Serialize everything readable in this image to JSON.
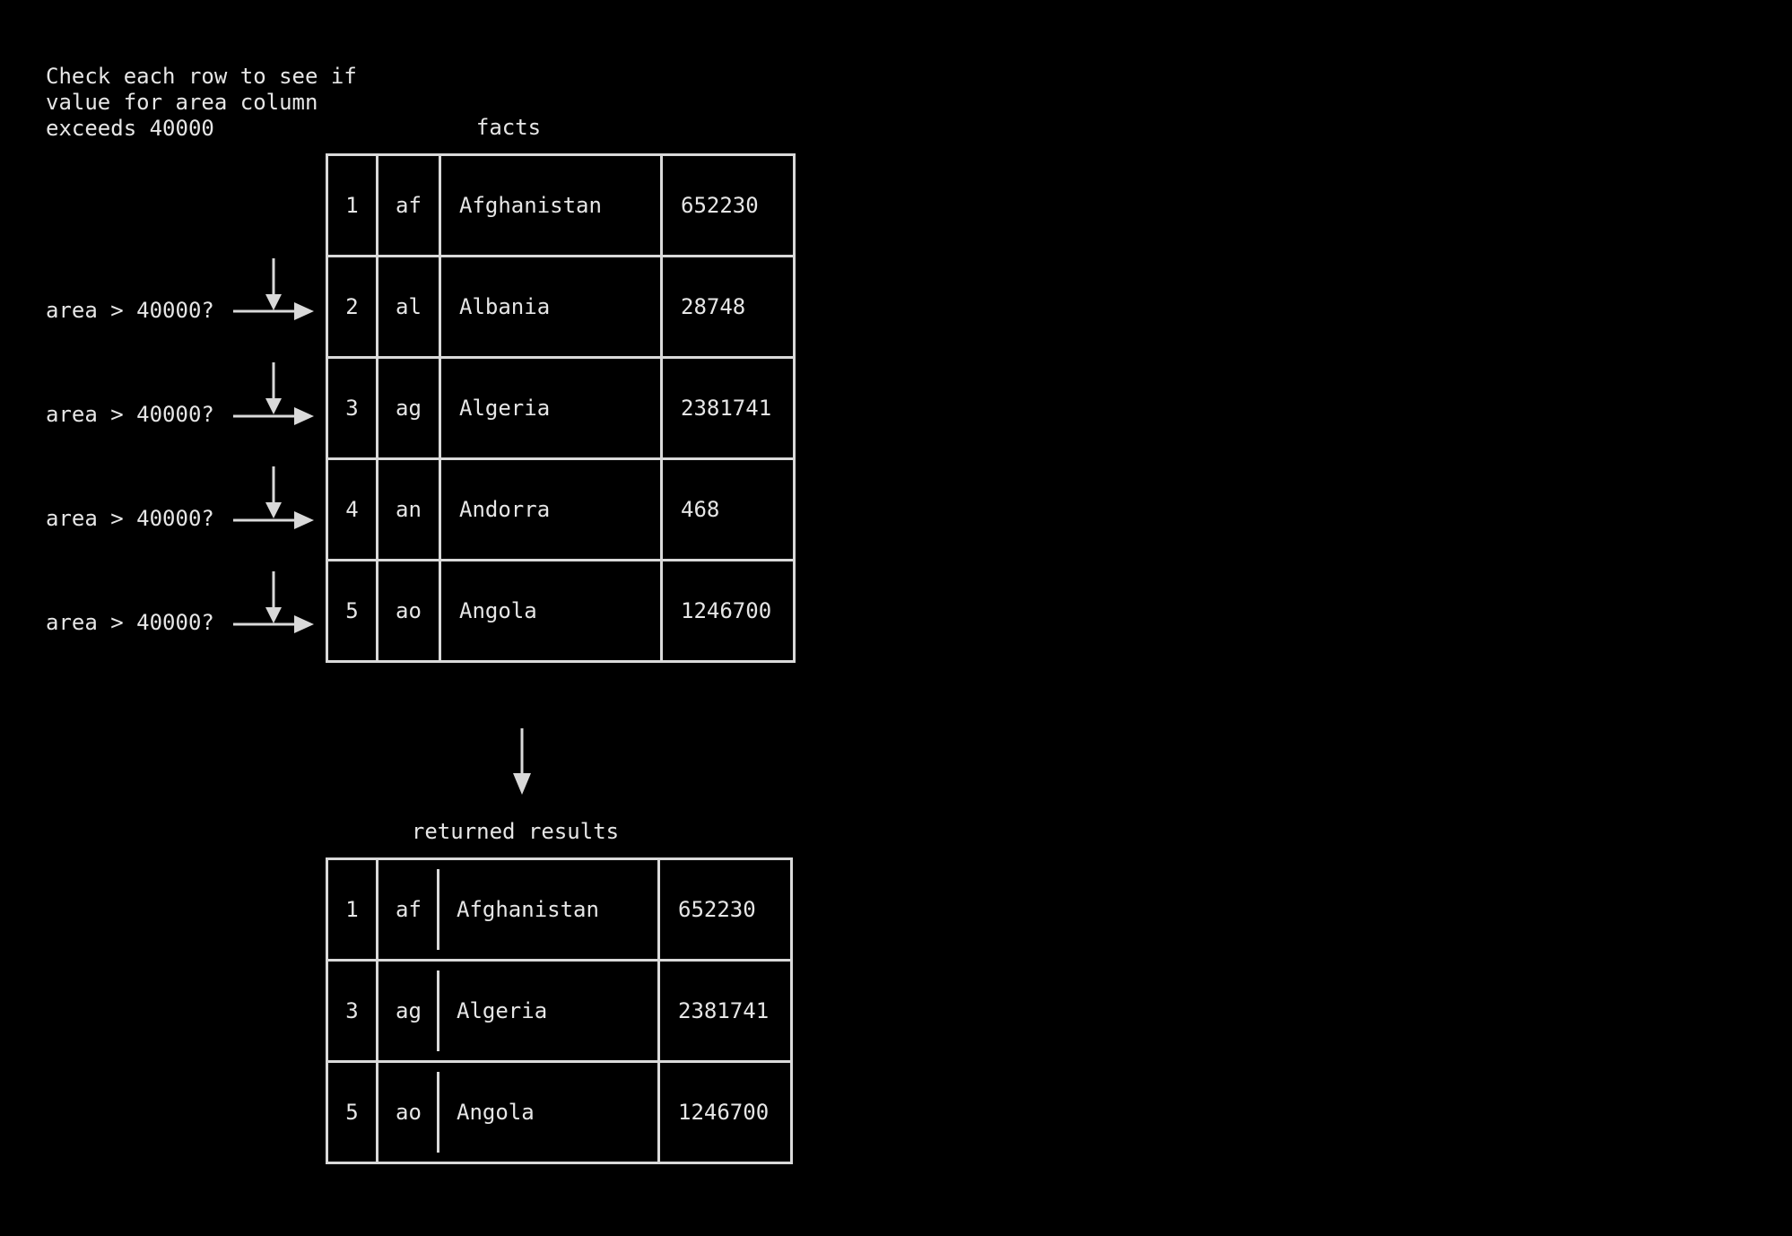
{
  "intro_text": "Check each row to see if\nvalue for area column\nexceeds 40000",
  "facts_title": "facts",
  "results_title": "returned results",
  "condition_label": "area > 40000?",
  "facts_rows": [
    {
      "id": "1",
      "code": "af",
      "name": "Afghanistan",
      "area": "652230"
    },
    {
      "id": "2",
      "code": "al",
      "name": "Albania",
      "area": "28748"
    },
    {
      "id": "3",
      "code": "ag",
      "name": "Algeria",
      "area": "2381741"
    },
    {
      "id": "4",
      "code": "an",
      "name": "Andorra",
      "area": "468"
    },
    {
      "id": "5",
      "code": "ao",
      "name": "Angola",
      "area": "1246700"
    }
  ],
  "result_rows": [
    {
      "id": "1",
      "code": "af",
      "name": "Afghanistan",
      "area": "652230"
    },
    {
      "id": "3",
      "code": "ag",
      "name": "Algeria",
      "area": "2381741"
    },
    {
      "id": "5",
      "code": "ao",
      "name": "Angola",
      "area": "1246700"
    }
  ],
  "colors": {
    "background": "#000000",
    "foreground": "#e6e6e6",
    "lines": "#d9d9d9"
  }
}
